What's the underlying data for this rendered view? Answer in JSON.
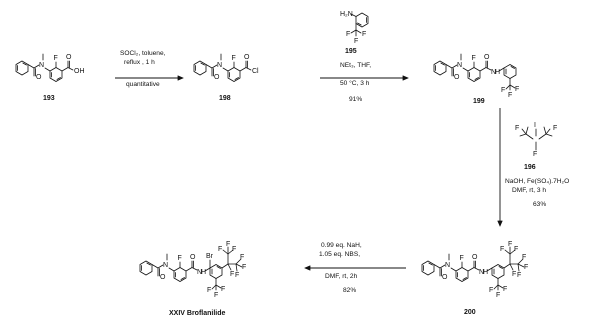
{
  "compounds": {
    "c193": "193",
    "c198": "198",
    "c195": "195",
    "c199": "199",
    "c196": "196",
    "c200": "200",
    "product": "XXIV Broflanilide"
  },
  "atoms": {
    "N": "N",
    "F": "F",
    "O": "O",
    "OH": "OH",
    "Cl": "Cl",
    "Br": "Br",
    "H": "H",
    "NH2": "H₂N",
    "I": "I"
  },
  "reactions": {
    "r1": {
      "line1": "SOCl₂, toluene,",
      "line2": "reflux , 1 h",
      "yield": "quantitative"
    },
    "r2": {
      "line1": "NEt₃, THF,",
      "line2": "50 °C, 3 h",
      "yield": "91%"
    },
    "r3": {
      "line1": "NaOH, Fe(SO₄).7H₂O",
      "line2": "DMF, rt, 3 h",
      "yield": "63%"
    },
    "r4": {
      "line1": "0.99 eq. NaH,",
      "line2": "1.05 eq. NBS,",
      "line3": "DMF, rt, 2h",
      "yield": "82%"
    }
  }
}
